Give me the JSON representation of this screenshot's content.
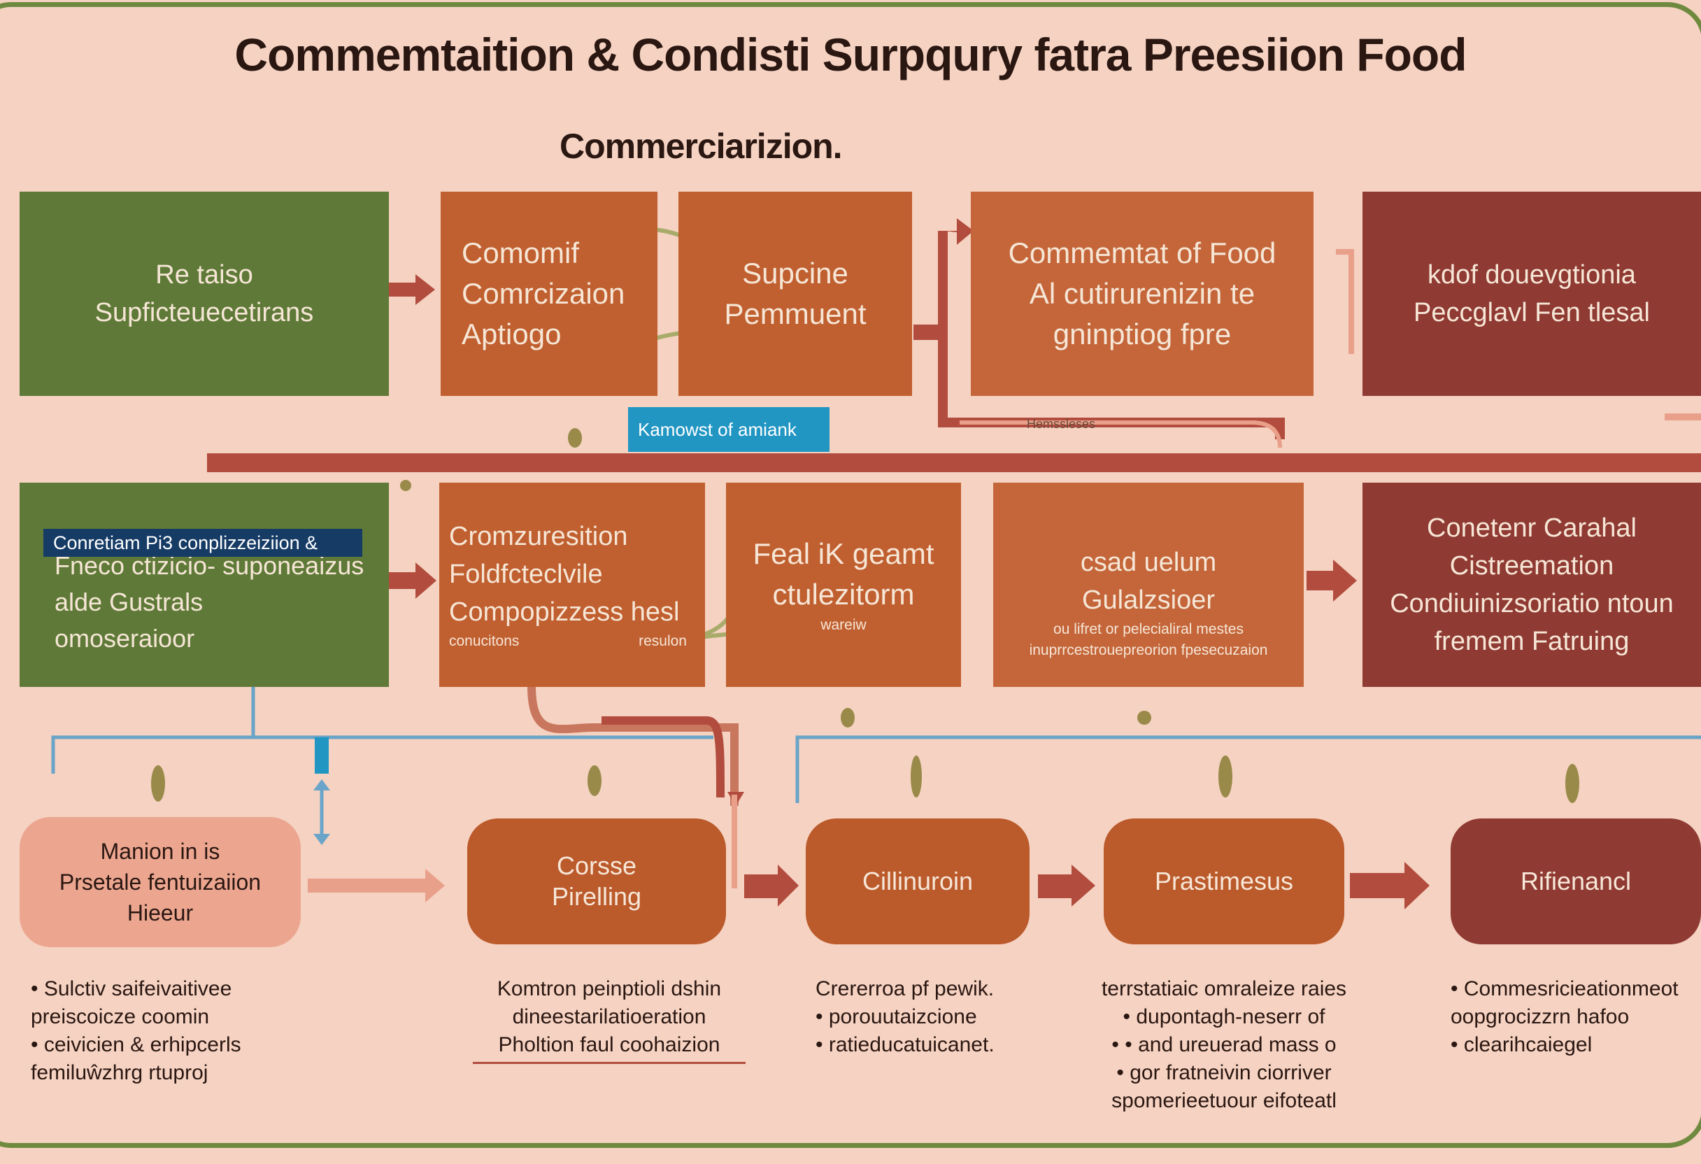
{
  "title": "Commemtaition & Condisti Surpqury fatra Preesiion Food",
  "subtitle": "Commerciarizion.",
  "colors": {
    "background": "#f5d2c1",
    "green": "#5f7a38",
    "orange": "#c05f2f",
    "maroon": "#8f3a33",
    "light_pill": "#eca690",
    "accent_blue": "#2196c3",
    "arrow_red": "#b24c3e",
    "line_blue": "#6aa4c8"
  },
  "row1": {
    "box1": {
      "lines": [
        "Re taiso",
        "Supficteuecetirans"
      ]
    },
    "box2": {
      "lines": [
        "Comomif",
        "Comrcizaion",
        "Aptiogo"
      ]
    },
    "box3": {
      "lines": [
        "Supcine",
        "Pemmuent"
      ]
    },
    "box4": {
      "lines": [
        "Commemtat of Food",
        "Al cutirurenizin te",
        "gninptiog fpre"
      ]
    },
    "box5": {
      "lines": [
        "kdof douevgtionia",
        "Peccglavl Fen tlesal"
      ]
    }
  },
  "mid_badge": "Kamowst of amiank",
  "mid_label": "Hemssleses",
  "row2": {
    "box1": {
      "badge": "Conretiam Pi3 conplizzeiziion &",
      "lines": [
        "Fneco ctizicio- suponeaizus",
        "alde Gustrals",
        "omoseraioor"
      ]
    },
    "box2": {
      "lines": [
        "Cromzuresition",
        "Foldfcteclvile",
        "Compopizzess hesl"
      ],
      "small": [
        "conucitons",
        "resulon"
      ]
    },
    "box3": {
      "lines": [
        "Feal iK geamt",
        "ctulezitorm"
      ],
      "small": [
        "wareiw"
      ]
    },
    "box4": {
      "lines": [
        "csad uelum",
        "Gulalzsioer"
      ],
      "small": [
        "ou lifret or pelecialiral mestes",
        "inuprrcestrouepreorion fpesecuzaion"
      ]
    },
    "box5": {
      "lines": [
        "Conetenr Carahal",
        "Cistreemation",
        "Condiuinizsoriatio ntoun",
        "fremem Fatruing"
      ]
    }
  },
  "stages": [
    {
      "lines": [
        "Manion in is",
        "Prsetale fentuizaiion",
        "Hieeur"
      ]
    },
    {
      "lines": [
        "Corsse",
        "Pirelling"
      ]
    },
    {
      "lines": [
        "Cillinuroin"
      ]
    },
    {
      "lines": [
        "Prastimesus"
      ]
    },
    {
      "lines": [
        "Rifienancl"
      ]
    }
  ],
  "notes": [
    {
      "lines": [
        "• Sulctiv saifeivaitivee",
        "  preiscoicze coomin",
        "• ceivicien & erhipcerls",
        "  femiluŵzhrg rtuproj"
      ]
    },
    {
      "lines": [
        "Komtron peinptioli dshin",
        "dineestarilatioeration",
        "Pholtion faul coohaizion"
      ]
    },
    {
      "lines": [
        "Crererroa pf pewik.",
        "• porouutaizcione",
        "• ratieducatuicanet."
      ]
    },
    {
      "lines": [
        "terrstatiaic omraleize raies",
        "• dupontagh-neserr of",
        "• • and ureuerad mass o",
        "• gor fratneivin ciorriver",
        "spomerieetuour eifoteatl"
      ]
    },
    {
      "lines": [
        "• Commesricieationmeot",
        "oopgrocizzrn hafoo",
        "• clearihcaiegel"
      ]
    }
  ]
}
